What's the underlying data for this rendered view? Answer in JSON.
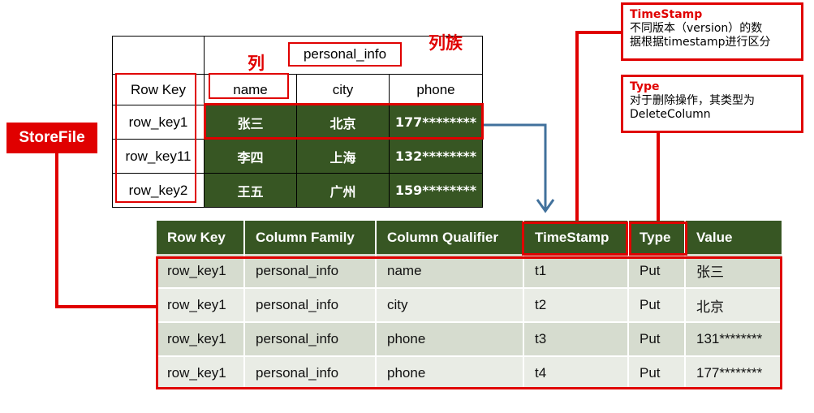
{
  "logical_table": {
    "column_family_label": "列族",
    "column_label": "列",
    "column_family": "personal_info",
    "row_key_header": "Row Key",
    "columns": [
      "name",
      "city",
      "phone"
    ],
    "rows": [
      {
        "key": "row_key1",
        "cells": [
          "张三",
          "北京",
          "177********"
        ]
      },
      {
        "key": "row_key11",
        "cells": [
          "李四",
          "上海",
          "132********"
        ]
      },
      {
        "key": "row_key2",
        "cells": [
          "王五",
          "广州",
          "159********"
        ]
      }
    ]
  },
  "storefile": {
    "tag": "StoreFile",
    "headers": [
      "Row Key",
      "Column Family",
      "Column Qualifier",
      "TimeStamp",
      "Type",
      "Value"
    ],
    "rows": [
      [
        "row_key1",
        "personal_info",
        "name",
        "t1",
        "Put",
        "张三"
      ],
      [
        "row_key1",
        "personal_info",
        "city",
        "t2",
        "Put",
        "北京"
      ],
      [
        "row_key1",
        "personal_info",
        "phone",
        "t3",
        "Put",
        "131********"
      ],
      [
        "row_key1",
        "personal_info",
        "phone",
        "t4",
        "Put",
        "177********"
      ]
    ]
  },
  "callouts": {
    "timestamp": {
      "title": "TimeStamp",
      "line1": "不同版本（version）的数",
      "line2": "据根据timestamp进行区分"
    },
    "type": {
      "title": "Type",
      "line1": "对于删除操作，其类型为",
      "line2": "DeleteColumn"
    }
  },
  "colors": {
    "accent_red": "#e00000",
    "dark_green": "#375623",
    "row_light": "#e9ece5",
    "row_mid": "#d6dccf",
    "arrow_blue": "#41719c"
  }
}
